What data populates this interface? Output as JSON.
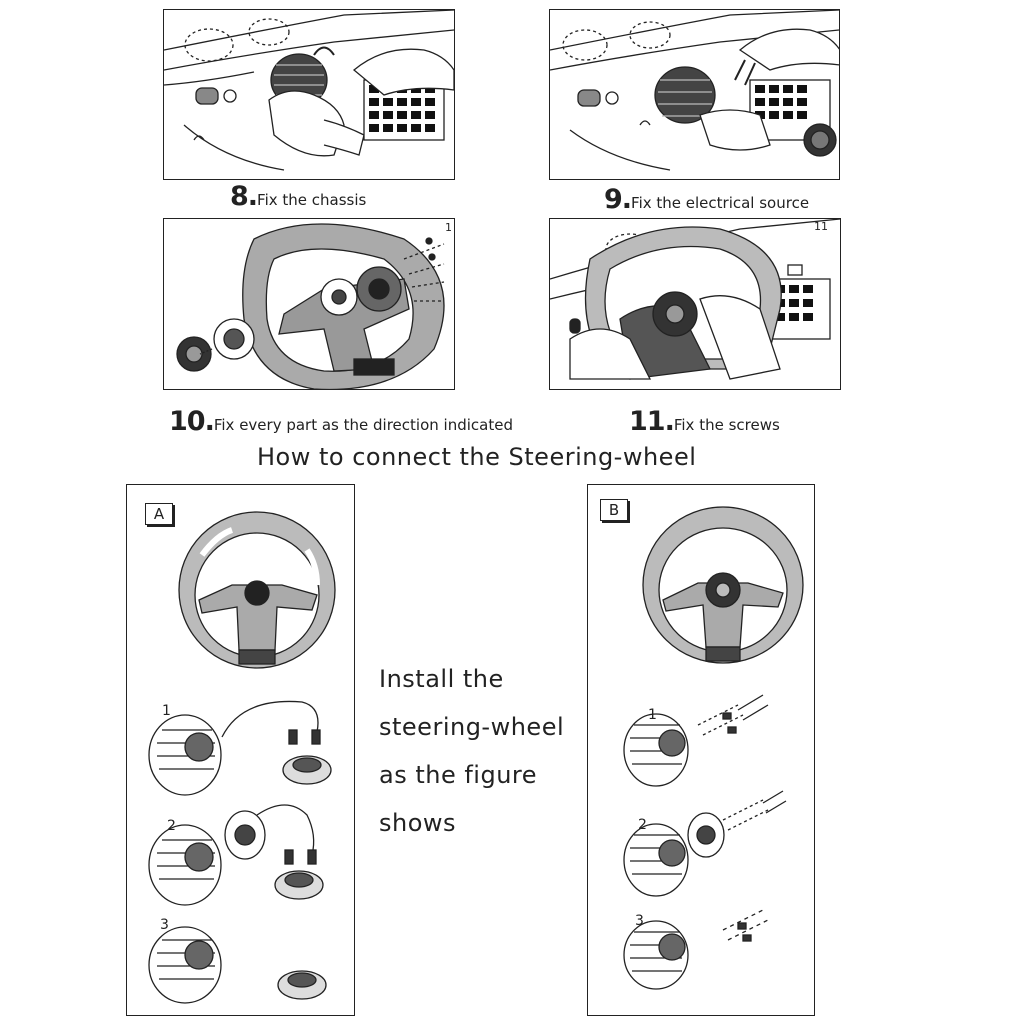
{
  "steps": [
    {
      "number": "8.",
      "text": "Fix the chassis"
    },
    {
      "number": "9.",
      "text": "Fix the electrical source"
    },
    {
      "number": "10.",
      "text": "Fix every part as the  direction indicated"
    },
    {
      "number": "11.",
      "text": "Fix the screws"
    }
  ],
  "corner_marks": {
    "panel_10": "1",
    "panel_11": "11"
  },
  "heading": "How to connect the Steering-wheel",
  "panel_a": {
    "badge": "A",
    "sub_steps": [
      "1",
      "2",
      "3"
    ]
  },
  "panel_b": {
    "badge": "B",
    "sub_steps": [
      "1",
      "2",
      "3"
    ]
  },
  "install_text": [
    "Install the",
    "steering-wheel",
    "as  the figure",
    "shows"
  ]
}
